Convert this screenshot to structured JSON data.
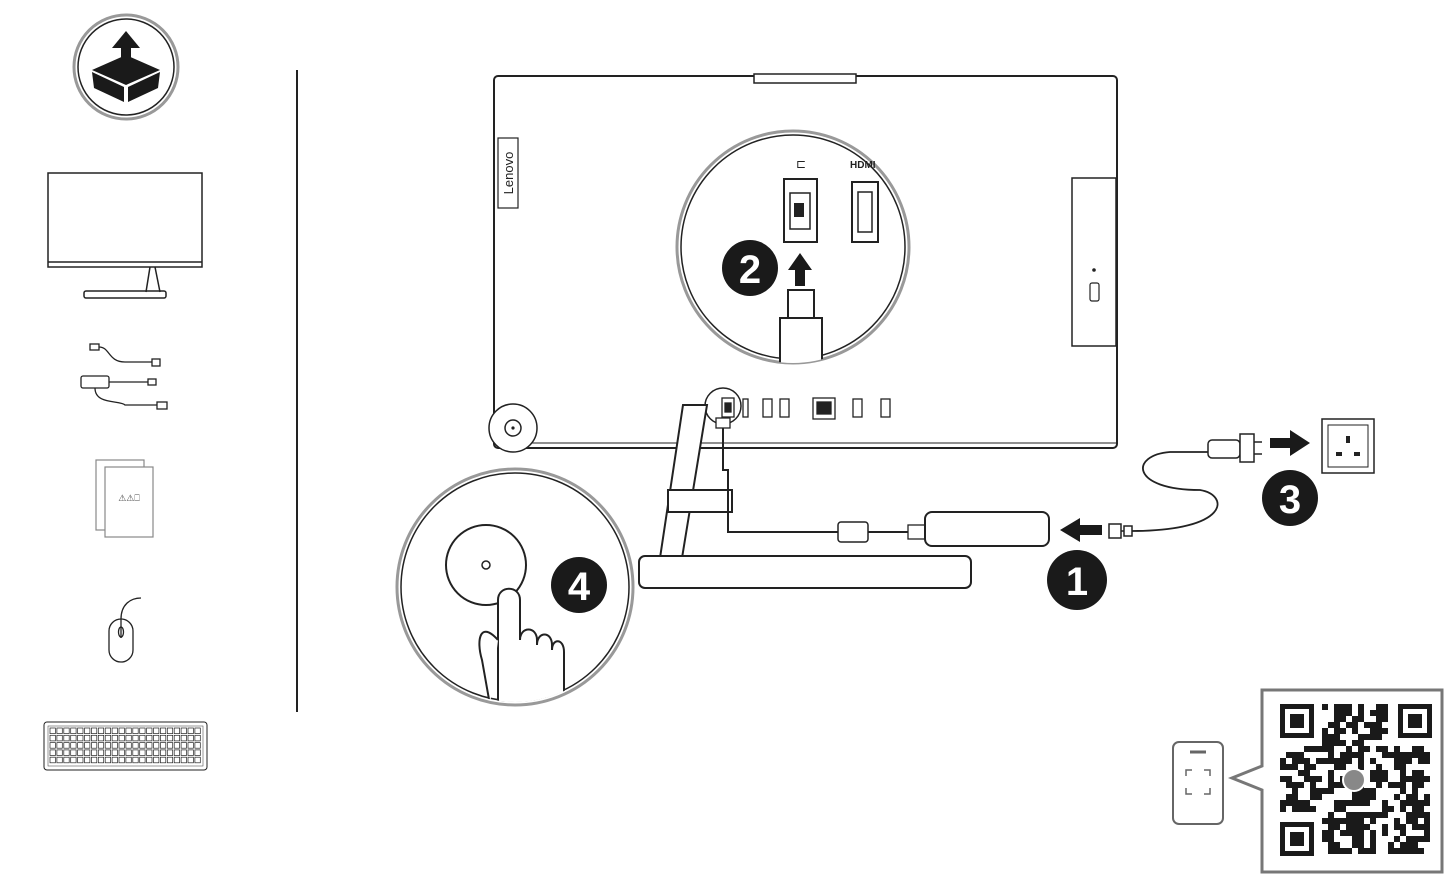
{
  "brand": {
    "logo_text": "Lenovo"
  },
  "steps": [
    {
      "number": "1",
      "action": "connect power adapter"
    },
    {
      "number": "2",
      "action": "plug into power port"
    },
    {
      "number": "3",
      "action": "plug into wall outlet"
    },
    {
      "number": "4",
      "action": "press power button"
    }
  ],
  "box_contents": [
    {
      "item": "all-in-one computer",
      "icon": "monitor-icon"
    },
    {
      "item": "power adapter and cord",
      "icon": "power-adapter-icon"
    },
    {
      "item": "documentation",
      "icon": "documents-icon"
    },
    {
      "item": "mouse",
      "icon": "mouse-icon"
    },
    {
      "item": "keyboard",
      "icon": "keyboard-icon"
    }
  ],
  "port_labels": {
    "hdmi": "HDMI"
  },
  "doc_symbols": "⚠⚠⎕",
  "colors": {
    "ink": "#222222",
    "badge": "#1a1a1a",
    "background": "#ffffff"
  }
}
